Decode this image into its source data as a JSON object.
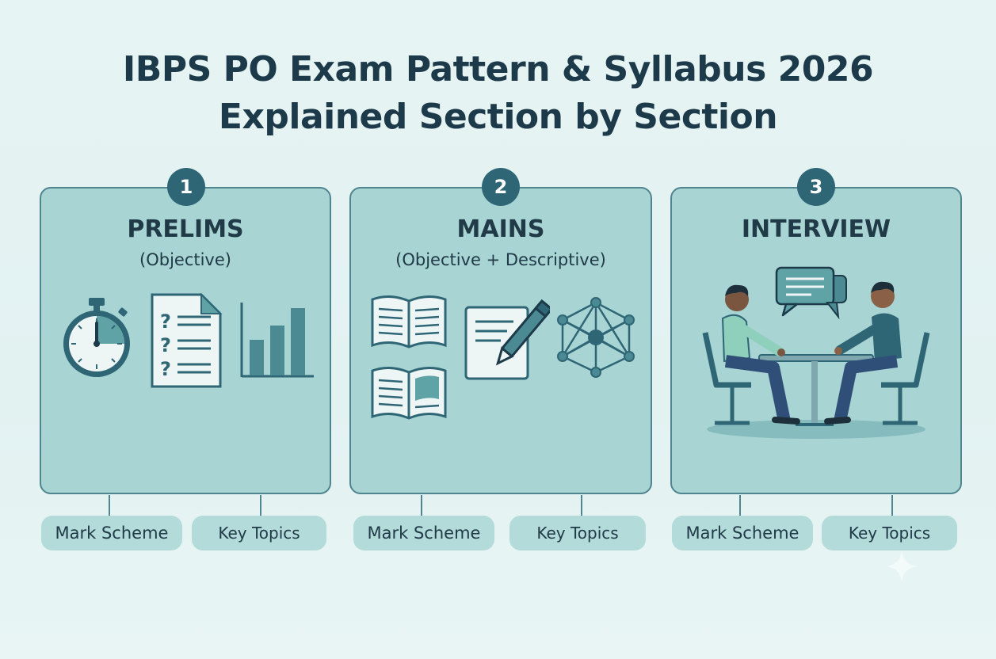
{
  "title": {
    "line1": "IBPS PO Exam Pattern & Syllabus 2026",
    "line2": "Explained Section by Section"
  },
  "stages": [
    {
      "number": "1",
      "heading": "PRELIMS",
      "subheading": "(Objective)",
      "icons": [
        "stopwatch-icon",
        "question-sheet-icon",
        "bar-chart-icon"
      ],
      "buttons": [
        "Mark Scheme",
        "Key Topics"
      ]
    },
    {
      "number": "2",
      "heading": "MAINS",
      "subheading": "(Objective + Descriptive)",
      "icons": [
        "open-book-icon",
        "writing-pad-icon",
        "network-icon"
      ],
      "buttons": [
        "Mark Scheme",
        "Key Topics"
      ]
    },
    {
      "number": "3",
      "heading": "INTERVIEW",
      "subheading": "",
      "icons": [
        "interview-scene-icon",
        "speech-bubbles-icon"
      ],
      "buttons": [
        "Mark Scheme",
        "Key Topics"
      ]
    }
  ],
  "colors": {
    "background": "#e4f3f2",
    "card": "#a8d4d3",
    "card_border": "#4f8590",
    "badge": "#2f6676",
    "text": "#1d3a4a",
    "pill": "#b3dbd9"
  }
}
